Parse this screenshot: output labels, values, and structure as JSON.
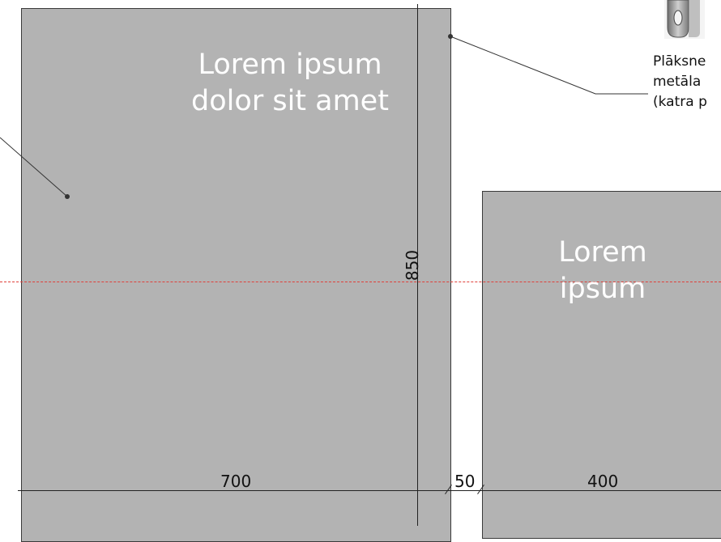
{
  "panels": {
    "left_text": "Lorem ipsum\ndolor sit amet",
    "right_text": "Lorem\nipsum"
  },
  "dimensions": {
    "width_left": "700",
    "gap": "50",
    "width_right": "400",
    "height": "850"
  },
  "caption": {
    "line1": "Plāksne",
    "line2": "metāla",
    "line3": "(katra p"
  },
  "colors": {
    "panel_fill": "#b3b3b3",
    "center_line": "#e0403a",
    "panel_text": "#ffffff"
  },
  "icons": {
    "bracket": "metal-bracket-icon"
  }
}
